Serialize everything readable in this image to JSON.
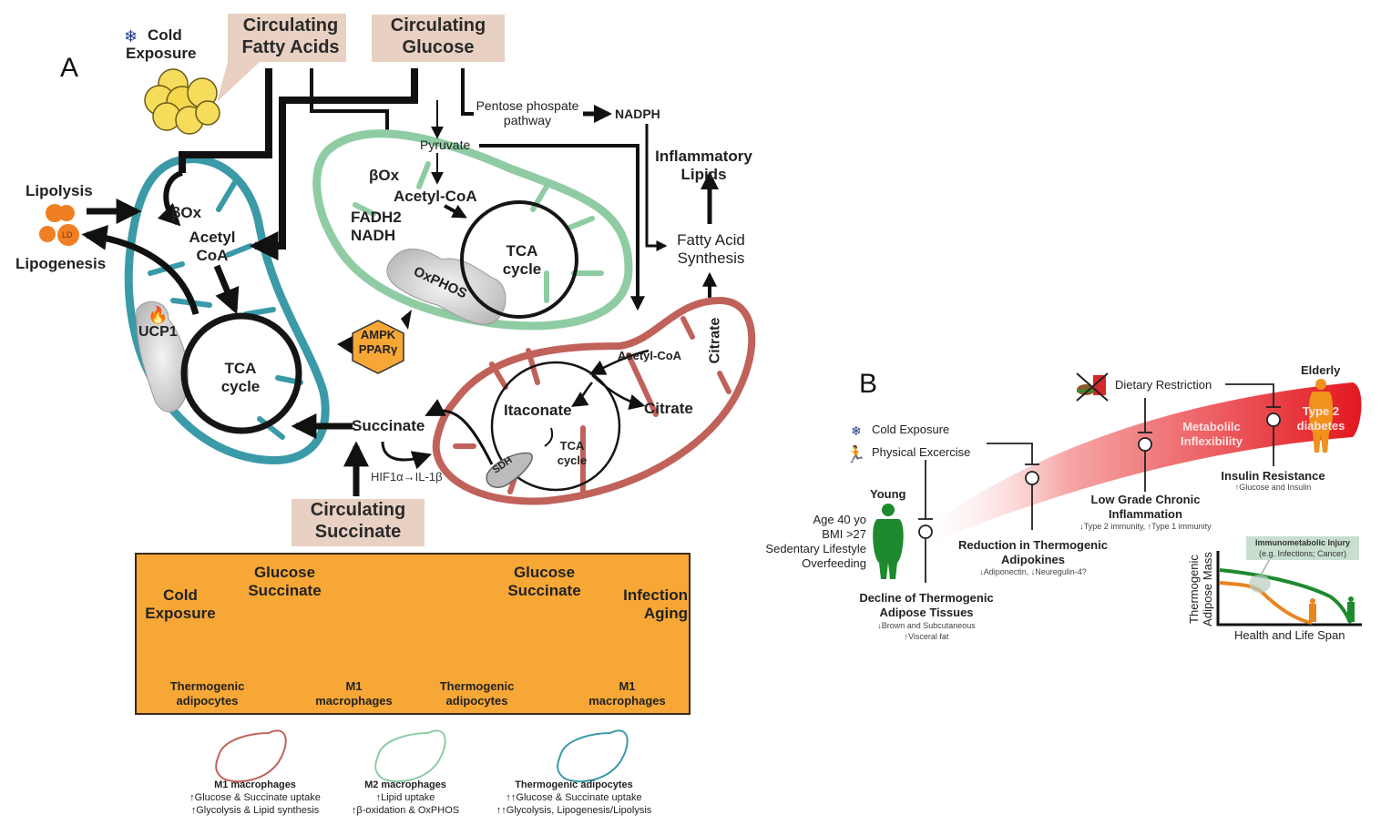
{
  "panel_a": {
    "letter": "A",
    "cold_exposure": [
      "Cold",
      "Exposure"
    ],
    "circulating_fatty_acids": [
      "Circulating",
      "Fatty Acids"
    ],
    "circulating_glucose": [
      "Circulating",
      "Glucose"
    ],
    "circulating_succinate": [
      "Circulating",
      "Succinate"
    ],
    "pentose": [
      "Pentose phospate",
      "pathway"
    ],
    "nadph": "NADPH",
    "pyruvate": "Pyruvate",
    "inflammatory_lipids": [
      "Inflammatory",
      "Lipids"
    ],
    "fatty_acid_synthesis": [
      "Fatty Acid",
      "Synthesis"
    ],
    "lipolysis": "Lipolysis",
    "lipogenesis": "Lipogenesis",
    "ld": "LD",
    "thermogenic_mito": {
      "box": "βOx",
      "acetyl": [
        "Acetyl",
        "CoA"
      ],
      "ucp1": "UCP1",
      "tca": [
        "TCA",
        "cycle"
      ]
    },
    "m2_mito": {
      "box": "βOx",
      "acetyl": "Acetyl-CoA",
      "fadh": [
        "FADH2",
        "NADH"
      ],
      "oxphos": "OxPHOS",
      "tca": [
        "TCA",
        "cycle"
      ]
    },
    "ampk": [
      "AMPK",
      "PPARγ"
    ],
    "succinate": "Succinate",
    "hif": "HIF1α→IL-1β",
    "m1_mito": {
      "acetyl": "Acetyl-CoA",
      "itaconate": "Itaconate",
      "citrate": "Citrate",
      "citrate_vertical": "Citrate",
      "sdh": "SDH",
      "tca": [
        "TCA",
        "cycle"
      ]
    },
    "orange_box": {
      "left_condition": [
        "Cold",
        "Exposure"
      ],
      "left_inputs": [
        "Glucose",
        "Succinate"
      ],
      "right_inputs": [
        "Glucose",
        "Succinate"
      ],
      "right_condition": [
        "Infection",
        "Aging"
      ],
      "labels": [
        [
          "Thermogenic",
          "adipocytes"
        ],
        [
          "M1",
          "macrophages"
        ],
        [
          "Thermogenic",
          "adipocytes"
        ],
        [
          "M1",
          "macrophages"
        ]
      ]
    },
    "legend": [
      {
        "title": "M1 macrophages",
        "lines": [
          "↑Glucose & Succinate uptake",
          "↑Glycolysis & Lipid synthesis"
        ],
        "color": "#c0625a"
      },
      {
        "title": "M2 macrophages",
        "lines": [
          "↑Lipid uptake",
          "↑β-oxidation & OxPHOS"
        ],
        "color": "#8fcca4"
      },
      {
        "title": "Thermogenic adipocytes",
        "lines": [
          "↑↑Glucose & Succinate uptake",
          "↑↑Glycolysis, Lipogenesis/Lipolysis"
        ],
        "color": "#3b9aa8"
      }
    ],
    "colors": {
      "thermogenic": "#3b9aa8",
      "m2": "#8fcca4",
      "m1": "#c0625a",
      "box_fill": "#e8d0c2",
      "orange": "#f7a736"
    }
  },
  "panel_b": {
    "letter": "B",
    "cold_exposure": "Cold Exposure",
    "physical_exercise": "Physical Excercise",
    "dietary_restriction": "Dietary Restriction",
    "young": "Young",
    "elderly": "Elderly",
    "young_traits": [
      "Age 40 yo",
      "BMI >27",
      "Sedentary Lifestyle",
      "Overfeeding"
    ],
    "metabolic_inflexibility": [
      "Metabolilc",
      "Inflexibility"
    ],
    "type2_diabetes": [
      "Type 2",
      "diabetes"
    ],
    "insulin_resistance": {
      "title": "Insulin Resistance",
      "sub": "↑Glucose and Insulin"
    },
    "low_grade": {
      "title": [
        "Low Grade Chronic",
        "Inflammation"
      ],
      "sub": "↓Type 2 immunity, ↑Type 1 immunity"
    },
    "reduction": {
      "title": [
        "Reduction in Thermogenic",
        "Adipokines"
      ],
      "sub": "↓Adiponectin, ↓Neuregulin-4?"
    },
    "decline": {
      "title": [
        "Decline of Thermogenic",
        "Adipose Tissues"
      ],
      "sub": [
        "↓Brown and Subcutaneous",
        "↑Visceral fat"
      ]
    },
    "inset": {
      "injury": [
        "Immunometabolic Injury",
        "(e.g. Infections; Cancer)"
      ],
      "ylabel": [
        "Thermogenic",
        "Adipose Mass"
      ],
      "xlabel": "Health and Life Span"
    },
    "colors": {
      "green": "#1d8a2e",
      "orange": "#e9841f",
      "red": "#e3222a"
    }
  }
}
